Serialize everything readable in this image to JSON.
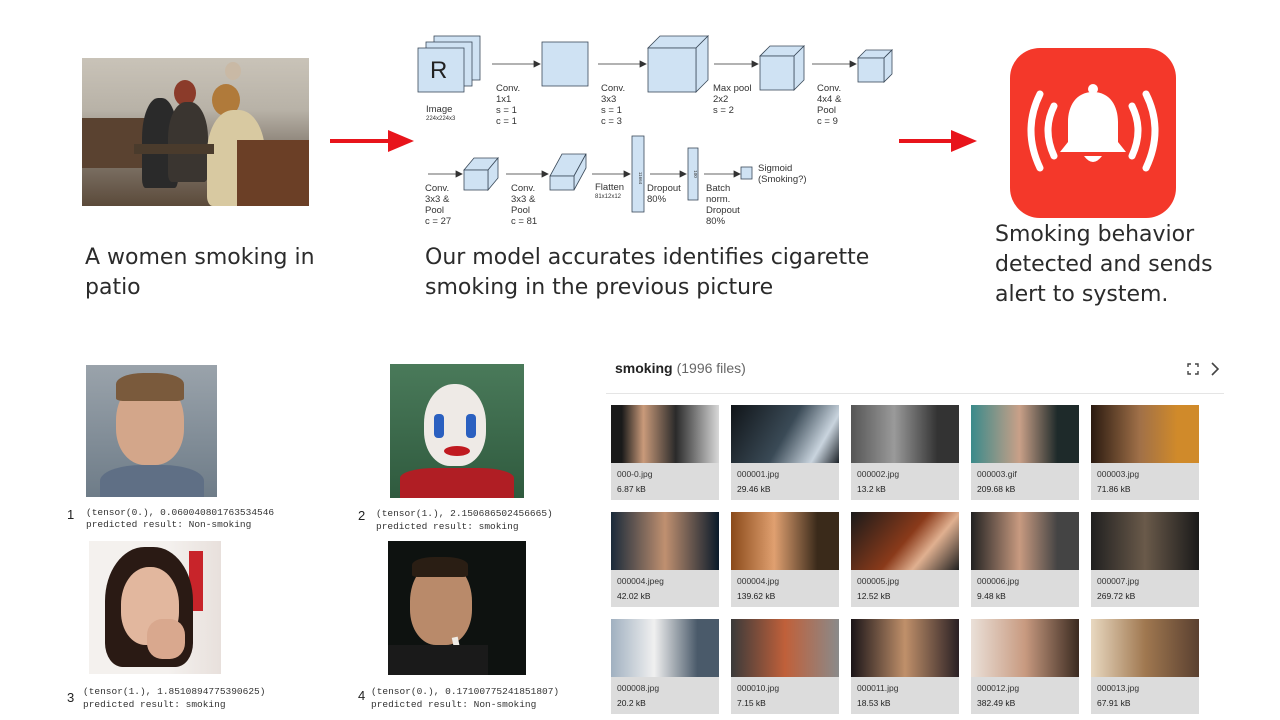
{
  "top_captions": {
    "left": [
      "A women smoking in",
      "patio"
    ],
    "middle": [
      "Our model accurates identifies cigarette",
      "smoking in the previous picture"
    ],
    "right": [
      "Smoking behavior",
      "detected and sends",
      "alert to system."
    ]
  },
  "diagram": {
    "input_letter": "R",
    "input_label": "Image",
    "input_dims": "224x224x3",
    "row1": [
      {
        "label": "Conv.\n1x1\ns = 1\nc = 1"
      },
      {
        "label": "Conv.\n3x3\ns = 1\nc = 3"
      },
      {
        "label": "Max pool\n2x2\ns = 2"
      },
      {
        "label": "Conv.\n4x4 &\nPool\nc = 9"
      }
    ],
    "row2": [
      {
        "label": "Conv.\n3x3 &\nPool\nc = 27"
      },
      {
        "label": "Conv.\n3x3 &\nPool\nc = 81"
      },
      {
        "label": "Flatten"
      },
      {
        "label": "Dropout\n80%"
      },
      {
        "label": "Batch\nnorm.\nDropout\n80%"
      },
      {
        "label": "Sigmoid\n(Smoking?)"
      }
    ],
    "flatten_dims": "81x12x12",
    "flatten_bar_text": "11664",
    "dense_bar_text": "100"
  },
  "alert": {
    "icon": "alarm-bell-icon",
    "color": "#f4382a"
  },
  "arrows": {
    "color": "#e8141b"
  },
  "predictions": [
    {
      "index": "1",
      "tensor": "(tensor(0.), 0.060040801763534546",
      "result": "predicted result: Non-smoking"
    },
    {
      "index": "2",
      "tensor": "(tensor(1.), 2.150686502456665)",
      "result": "predicted result: smoking"
    },
    {
      "index": "3",
      "tensor": "(tensor(1.), 1.8510894775390625)",
      "result": "predicted result: smoking"
    },
    {
      "index": "4",
      "tensor": "(tensor(0.), 0.17100775241851807)",
      "result": "predicted result: Non-smoking"
    }
  ],
  "files": {
    "folder": "smoking",
    "count": "(1996 files)",
    "items": [
      {
        "name": "000-0.jpg",
        "size": "6.87 kB"
      },
      {
        "name": "000001.jpg",
        "size": "29.46 kB"
      },
      {
        "name": "000002.jpg",
        "size": "13.2 kB"
      },
      {
        "name": "000003.gif",
        "size": "209.68 kB"
      },
      {
        "name": "000003.jpg",
        "size": "71.86 kB"
      },
      {
        "name": "000004.jpeg",
        "size": "42.02 kB"
      },
      {
        "name": "000004.jpg",
        "size": "139.62 kB"
      },
      {
        "name": "000005.jpg",
        "size": "12.52 kB"
      },
      {
        "name": "000006.jpg",
        "size": "9.48 kB"
      },
      {
        "name": "000007.jpg",
        "size": "269.72 kB"
      },
      {
        "name": "000008.jpg",
        "size": "20.2 kB"
      },
      {
        "name": "000010.jpg",
        "size": "7.15 kB"
      },
      {
        "name": "000011.jpg",
        "size": "18.53 kB"
      },
      {
        "name": "000012.jpg",
        "size": "382.49 kB"
      },
      {
        "name": "000013.jpg",
        "size": "67.91 kB"
      }
    ]
  }
}
